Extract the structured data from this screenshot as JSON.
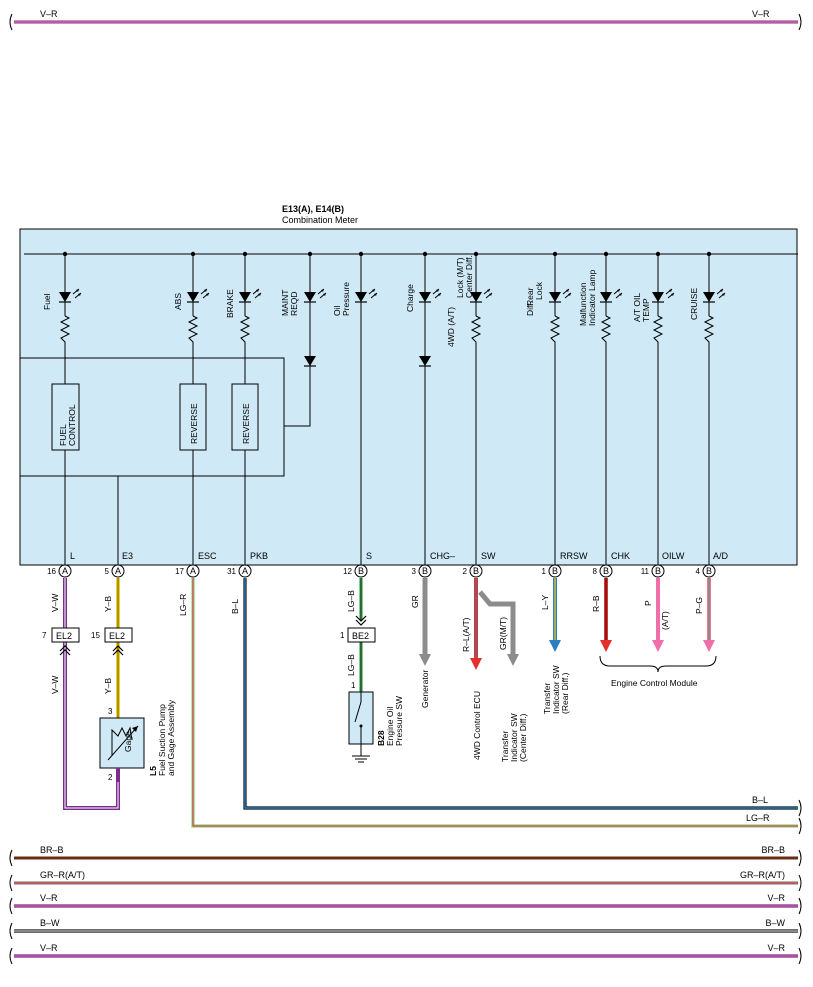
{
  "meter": {
    "ref": "E13(A), E14(B)",
    "name": "Combination Meter",
    "fill": "#cfeaf6",
    "indicators": {
      "fuel": "Fuel",
      "abs": "ABS",
      "brake": "BRAKE",
      "maint_1": "MAINT",
      "maint_2": "REQD",
      "oil_1": "Oil",
      "oil_2": "Pressure",
      "charge": "Charge",
      "lock_1": "Lock (M/T)",
      "lock_2": "Center Diff.",
      "lock_3": "4WD (A/T)",
      "rear_1": "Lock",
      "rear_2": "Diff.",
      "rear_3": "Rear",
      "malf_1": "Malfunction",
      "malf_2": "Indicator Lamp",
      "at_1": "A/T OIL",
      "at_2": "TEMP",
      "cruise": "CRUISE"
    },
    "blocks": {
      "fuel_1": "FUEL",
      "fuel_2": "CONTROL",
      "reverse_a": "REVERSE",
      "reverse_b": "REVERSE"
    },
    "terminals": [
      "L",
      "E3",
      "ESC",
      "PKB",
      "S",
      "CHG–",
      "SW",
      "RRSW",
      "CHK",
      "OILW",
      "A/D"
    ]
  },
  "pins": [
    {
      "num": "16",
      "conn": "A"
    },
    {
      "num": "5",
      "conn": "A"
    },
    {
      "num": "17",
      "conn": "A"
    },
    {
      "num": "31",
      "conn": "A"
    },
    {
      "num": "12",
      "conn": "B"
    },
    {
      "num": "3",
      "conn": "B"
    },
    {
      "num": "2",
      "conn": "B"
    },
    {
      "num": "1",
      "conn": "B"
    },
    {
      "num": "8",
      "conn": "B"
    },
    {
      "num": "11",
      "conn": "B"
    },
    {
      "num": "4",
      "conn": "B"
    }
  ],
  "wires": {
    "fuel_l": "V–W",
    "fuel_e3": "Y–B",
    "esc": "LG–R",
    "pkb": "B–L",
    "oil": "LG–B",
    "chg": "GR",
    "sw": "R–L(A/T)",
    "sw_mt": "GR(M/T)",
    "rrsw": "L–Y",
    "chk": "R–B",
    "oilw_1": "P",
    "oilw_2": "(A/T)",
    "ad": "P–G"
  },
  "junctions": {
    "el2_a_pin": "7",
    "el2_a": "EL2",
    "el2_b_pin": "15",
    "el2_b": "EL2",
    "be2_pin": "1",
    "be2": "BE2",
    "gage_pin_top": "3",
    "gage_pin_bottom": "2",
    "oil_sw_pin": "1"
  },
  "components": {
    "gage": "Gage",
    "l5_ref": "L5",
    "l5_name_1": "Fuel Suction Pump",
    "l5_name_2": "and Gage Assembly",
    "b28_ref": "B28",
    "b28_name_1": "Engine Oil",
    "b28_name_2": "Pressure SW",
    "generator": "Generator",
    "ecu_4wd": "4WD Control ECU",
    "transfer_center_1": "Transfer",
    "transfer_center_2": "Indicator SW",
    "transfer_center_3": "(Center Diff.)",
    "transfer_rear_1": "Transfer",
    "transfer_rear_2": "Indicator SW",
    "transfer_rear_3": "(Rear Diff.)",
    "ecm": "Engine Control Module"
  },
  "bus_top": {
    "left": "V–R",
    "right": "V–R"
  },
  "bus_right_taps": [
    {
      "label": "B–L"
    },
    {
      "label": "LG–R"
    }
  ],
  "bus_bottom": [
    {
      "left": "BR–B",
      "right": "BR–B"
    },
    {
      "left": "GR–R(A/T)",
      "right": "GR–R(A/T)"
    },
    {
      "left": "V–R",
      "right": "V–R"
    },
    {
      "left": "B–W",
      "right": "B–W"
    },
    {
      "left": "V–R",
      "right": "V–R"
    }
  ],
  "colors": {
    "violet_red": "#cc3399",
    "violet": "#7a2d8f",
    "yellow": "#f2d21b",
    "light_green": "#8fd18f",
    "red": "#e2312a",
    "blue": "#2b7fc1",
    "green": "#3aa64a",
    "gray": "#8c8c8c",
    "pink": "#ef6fa8",
    "brown": "#a0522d",
    "black": "#111111"
  }
}
